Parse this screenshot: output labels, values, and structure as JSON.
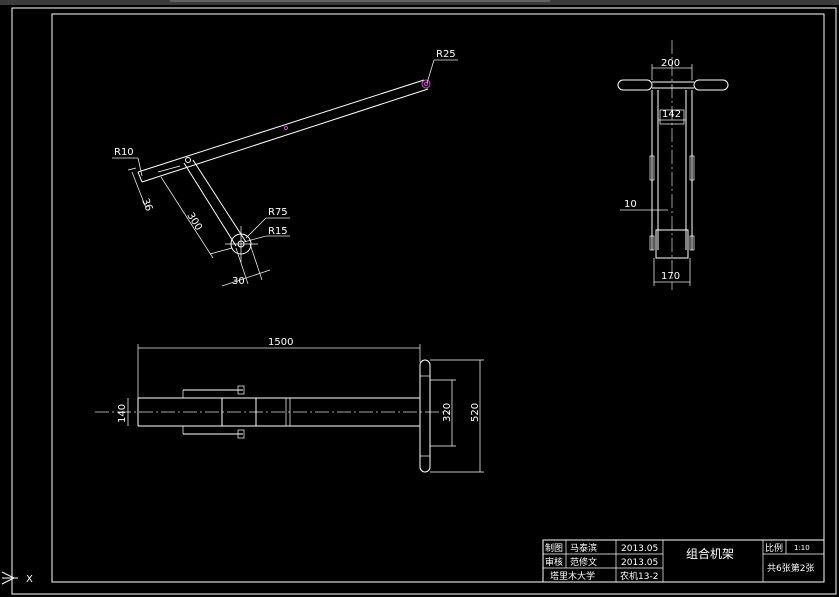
{
  "dims_side": {
    "r25": "R25",
    "r10": "R10",
    "d36": "36",
    "d300": "300",
    "r75": "R75",
    "r15": "R15",
    "d30": "30"
  },
  "dims_front": {
    "d200": "200",
    "d142": "142",
    "d10": "10",
    "d170": "170"
  },
  "dims_top": {
    "d1500": "1500",
    "d140": "140",
    "d320": "320",
    "d520": "520"
  },
  "title_block": {
    "role_draw": "制图",
    "name_draw": "马泰滨",
    "date_draw": "2013.05",
    "role_check": "审核",
    "name_check": "范修文",
    "date_check": "2013.05",
    "school": "塔里木大学",
    "class_name": "农机13-2",
    "drawing_title": "组合机架",
    "scale_label": "比例",
    "scale_value": "1:10",
    "sheet_info": "共6张第2张"
  },
  "ucs": {
    "x_label": "X"
  }
}
